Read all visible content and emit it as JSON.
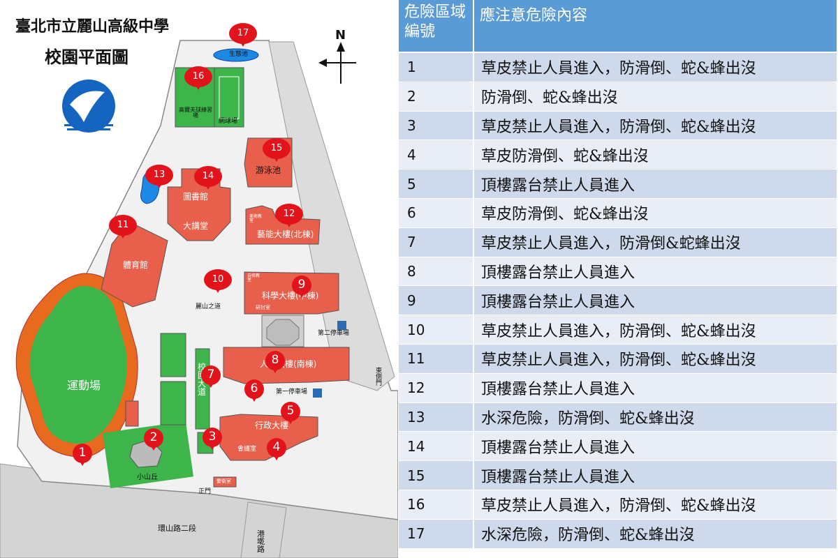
{
  "map": {
    "title_line1": "臺北市立麗山高級中學",
    "title_line2": "校園平面圖",
    "north_label": "N",
    "logo": "school-logo",
    "labels": {
      "eco_pond": "生態池",
      "golf_practice": "高爾夫球練習場",
      "tennis_court": "網球場",
      "swimming_pool": "游泳池",
      "library": "圖書館",
      "auditorium": "大講堂",
      "arts_building": "藝能大樓(北棟)",
      "gym": "體育館",
      "science_building": "科學大樓(中棟)",
      "lishan_path": "麗山之道",
      "track_field": "運動場",
      "humanities_building": "人文大樓(南棟)",
      "parking_2": "第二停車場",
      "parking_1": "第一停車場",
      "east_gate": "東側門",
      "admin_building": "行政大樓",
      "conference_room": "會議室",
      "small_hill": "小山丘",
      "main_gate": "正門",
      "guard_room": "警衛室",
      "huanshan_road": "環山路二段",
      "ganggang_road": "港墘路",
      "campus_avenue": "校園大道",
      "seminar_room": "研討室",
      "art_classroom": "美術教室",
      "self_study_room": "自修教室"
    },
    "markers": [
      "1",
      "2",
      "3",
      "4",
      "5",
      "6",
      "7",
      "8",
      "9",
      "10",
      "11",
      "12",
      "13",
      "14",
      "15",
      "16",
      "17"
    ],
    "colors": {
      "building": "#e8604c",
      "green": "#3db54a",
      "road": "#d4d4d4",
      "marker": "#e3131b",
      "water": "#1e88e5",
      "track": "#e86a1f"
    }
  },
  "table": {
    "header_id": "危險區域編號",
    "header_content": "應注意危險內容",
    "rows": [
      {
        "id": "1",
        "content": "草皮禁止人員進入，防滑倒、蛇&蜂出沒"
      },
      {
        "id": "2",
        "content": "防滑倒、蛇&蜂出沒"
      },
      {
        "id": "3",
        "content": "草皮禁止人員進入，防滑倒、蛇&蜂出沒"
      },
      {
        "id": "4",
        "content": "草皮防滑倒、蛇&蜂出沒"
      },
      {
        "id": "5",
        "content": "頂樓露台禁止人員進入"
      },
      {
        "id": "6",
        "content": "草皮防滑倒、蛇&蜂出沒"
      },
      {
        "id": "7",
        "content": "草皮禁止人員進入，防滑倒&蛇蜂出沒"
      },
      {
        "id": "8",
        "content": "頂樓露台禁止人員進入"
      },
      {
        "id": "9",
        "content": "頂樓露台禁止人員進入"
      },
      {
        "id": "10",
        "content": "草皮禁止人員進入，防滑倒、蛇&蜂出沒"
      },
      {
        "id": "11",
        "content": "草皮禁止人員進入，防滑倒、蛇&蜂出沒"
      },
      {
        "id": "12",
        "content": "頂樓露台禁止人員進入"
      },
      {
        "id": "13",
        "content": "水深危險，防滑倒、蛇&蜂出沒"
      },
      {
        "id": "14",
        "content": "頂樓露台禁止人員進入"
      },
      {
        "id": "15",
        "content": "頂樓露台禁止人員進入"
      },
      {
        "id": "16",
        "content": "草皮禁止人員進入，防滑倒、蛇&蜂出沒"
      },
      {
        "id": "17",
        "content": "水深危險，防滑倒、蛇&蜂出沒"
      }
    ]
  }
}
